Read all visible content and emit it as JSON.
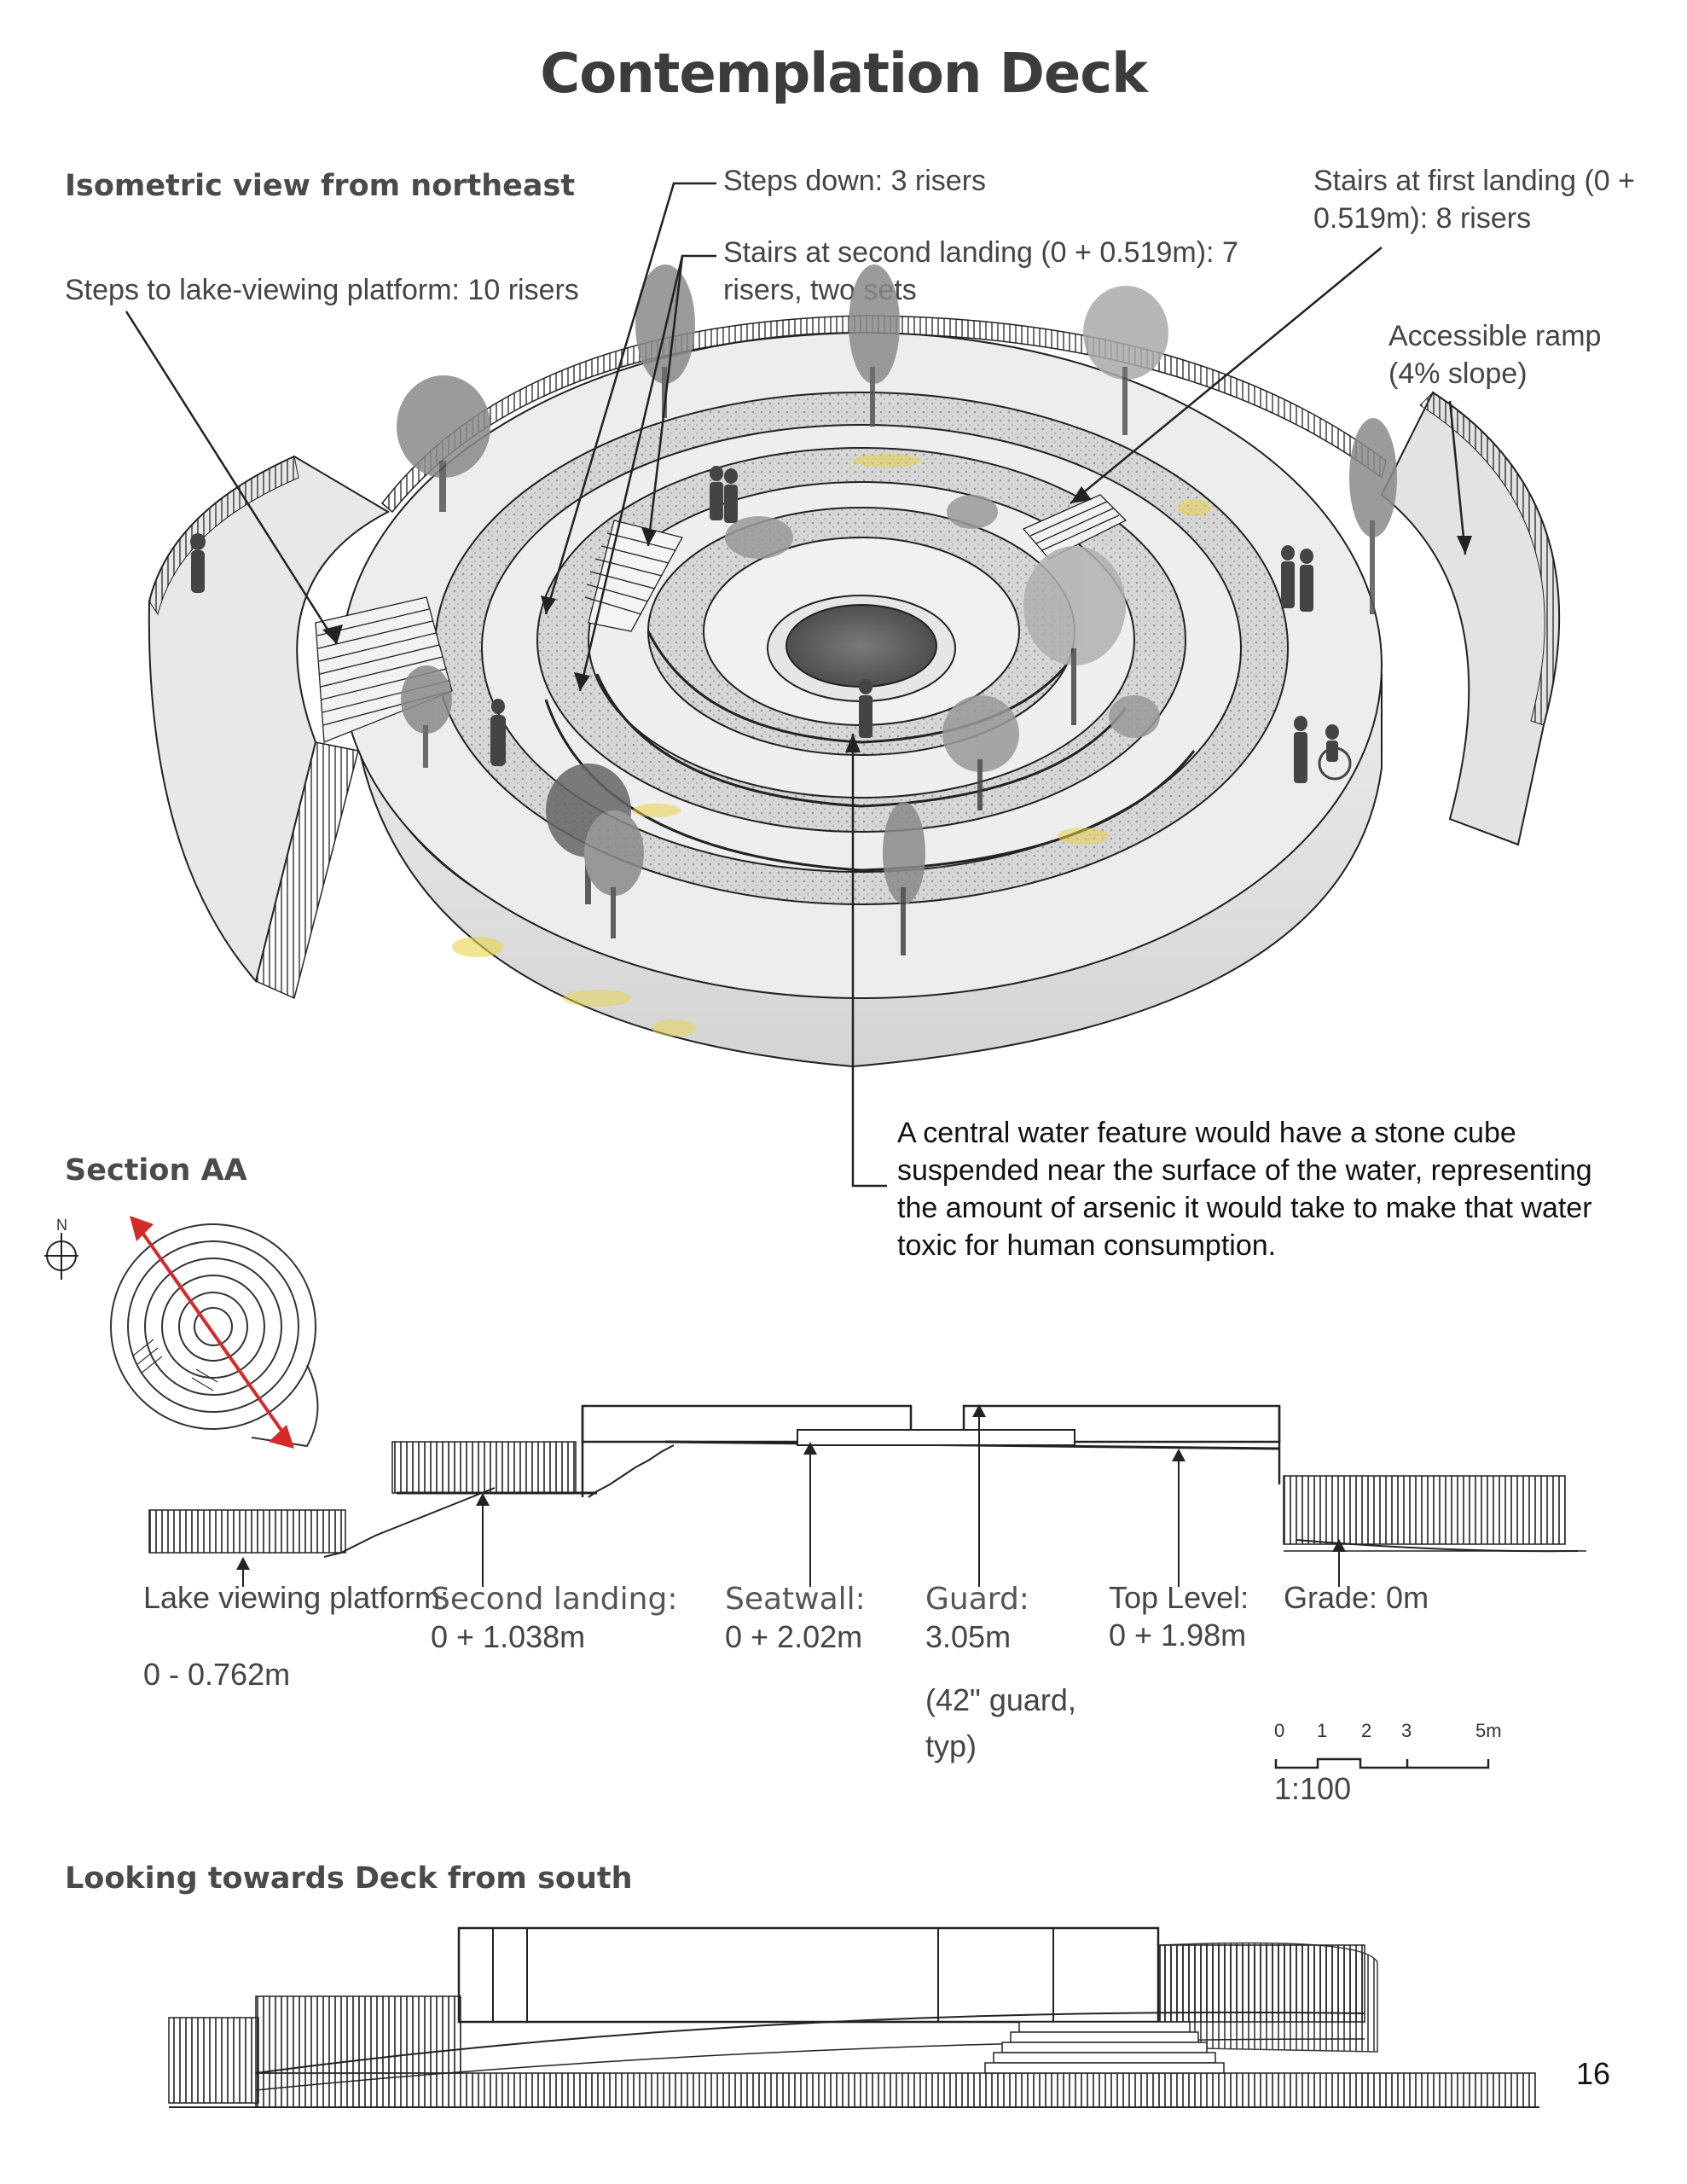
{
  "title": "Contemplation Deck",
  "page_number": "16",
  "isometric": {
    "heading": "Isometric view from northeast",
    "callouts": {
      "steps_lake": "Steps to lake-viewing platform: 10 risers",
      "steps_down": "Steps down: 3 risers",
      "stairs_second_landing": "Stairs at second landing (0 + 0.519m): 7 risers, two sets",
      "stairs_first_landing": "Stairs at first landing (0 + 0.519m): 8 risers",
      "ramp": "Accessible ramp (4% slope)",
      "water_feature": "A central water feature would have a stone cube suspended near the surface of the water, representing the amount of arsenic it would take to make that water toxic for human consumption."
    }
  },
  "section": {
    "heading": "Section AA",
    "north_label": "N",
    "labels": {
      "lake_platform": "Lake viewing platform:",
      "lake_platform_value": "0 - 0.762m",
      "second_landing": "Second landing:",
      "second_landing_value": "0 + 1.038m",
      "seatwall": "Seatwall:",
      "seatwall_value": "0 + 2.02m",
      "guard": "Guard:",
      "guard_value": "3.05m",
      "guard_note": "(42\" guard, typ)",
      "top_level": "Top Level:",
      "top_level_value": "0 + 1.98m",
      "grade": "Grade: 0m"
    },
    "scale": {
      "ticks": [
        "0",
        "1",
        "2",
        "3",
        "5m"
      ],
      "ratio": "1:100"
    }
  },
  "elevation": {
    "heading": "Looking towards Deck from south"
  },
  "colors": {
    "text": "#3a3a3a",
    "line": "#222222",
    "section_cut_red": "#d42a2a",
    "accent_yellow": "#e8d24a",
    "gravel": "#cfcfcf"
  }
}
